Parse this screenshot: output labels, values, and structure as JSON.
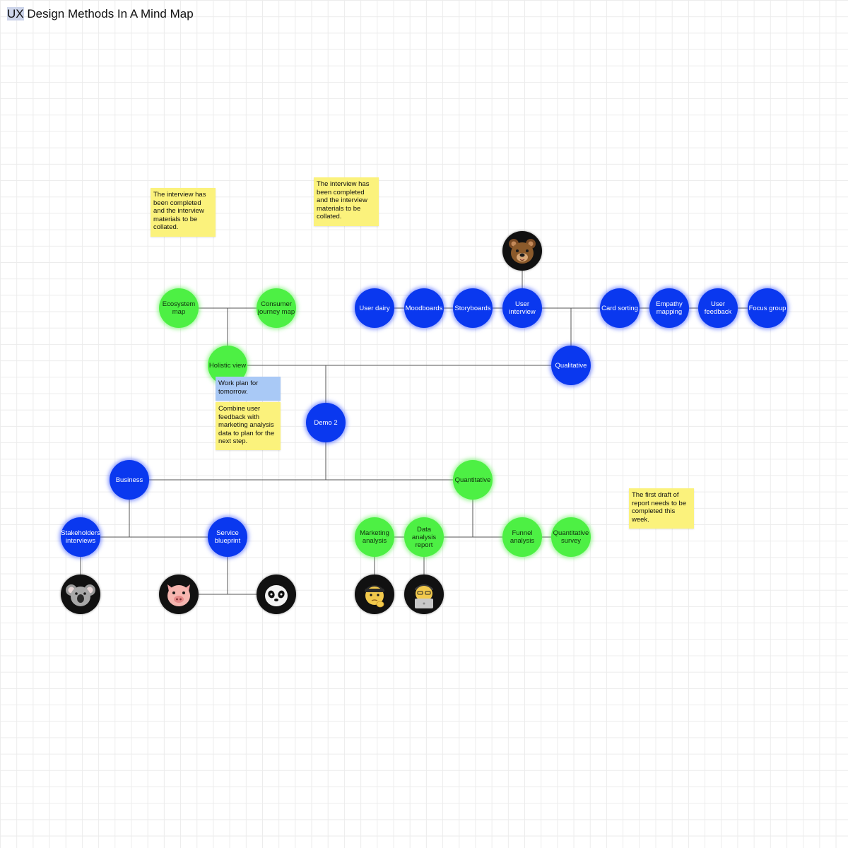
{
  "title": {
    "highlight": "UX",
    "rest": " Design Methods In A Mind Map"
  },
  "colors": {
    "blue_node": "#0a38ef",
    "green_node": "#4df044",
    "sticky_yellow": "#fbf27c",
    "sticky_blue": "#a9c9f6",
    "connector": "#555555"
  },
  "nodes": {
    "ecosystem_map": "Ecosystem map",
    "consumer_journey_map": "Consumer journey map",
    "holistic_view": "Holistic view",
    "user_dairy": "User dairy",
    "moodboards": "Moodboards",
    "storyboards": "Storyboards",
    "user_interview": "User interview",
    "card_sorting": "Card sorting",
    "empathy_mapping": "Empathy mapping",
    "user_feedback": "User feedback",
    "focus_group": "Focus group",
    "qualitative": "Qualitative",
    "demo2": "Demo 2",
    "business": "Business",
    "quantitative": "Quantitative",
    "stakeholders_interviews": "Stakeholders interviews",
    "service_blueprint": "Service blueprint",
    "marketing_analysis": "Marketing analysis",
    "data_analysis_report": "Data analysis report",
    "funnel_analysis": "Funnel analysis",
    "quantitative_survey": "Quantitative survey"
  },
  "avatars": {
    "bear": "bear-avatar-icon",
    "koala": "koala-avatar-icon",
    "pig": "pig-avatar-icon",
    "panda": "panda-avatar-icon",
    "thinker": "thinking-person-avatar-icon",
    "laptop": "laptop-person-avatar-icon"
  },
  "notes": {
    "note1": "The interview has been completed and the interview materials to be collated.",
    "note2": "The interview has been completed and the interview materials to be collated.",
    "work_plan": "Work plan for tomorrow.",
    "combine": "Combine user feedback with marketing analysis data to plan for the next step.",
    "first_draft": "The first draft of report needs to be completed this week."
  }
}
